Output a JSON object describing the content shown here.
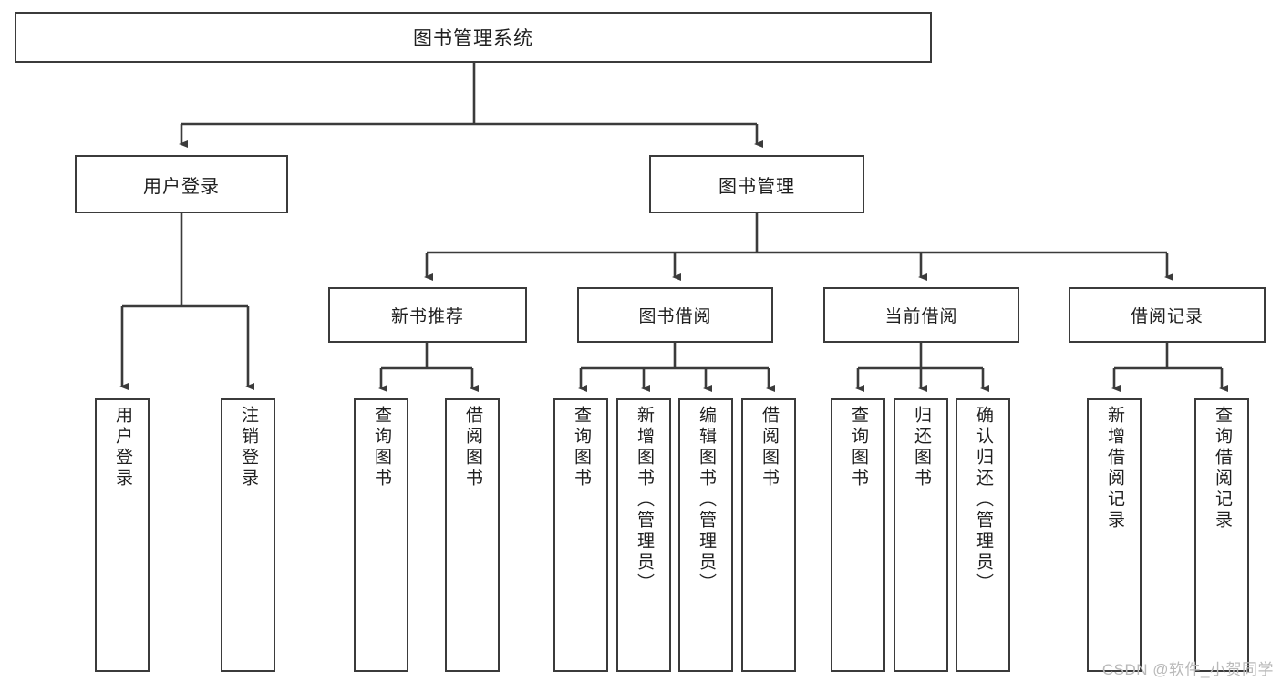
{
  "diagram": {
    "title": "图书管理系统",
    "type": "tree-hierarchy",
    "root": {
      "label": "图书管理系统"
    },
    "level1": [
      {
        "label": "用户登录"
      },
      {
        "label": "图书管理"
      }
    ],
    "level2": [
      {
        "label": "新书推荐"
      },
      {
        "label": "图书借阅"
      },
      {
        "label": "当前借阅"
      },
      {
        "label": "借阅记录"
      }
    ],
    "leaves": {
      "user_login": [
        {
          "label": "用户登录"
        },
        {
          "label": "注销登录"
        }
      ],
      "new_book_recommend": [
        {
          "label": "查询图书"
        },
        {
          "label": "借阅图书"
        }
      ],
      "book_borrow": [
        {
          "label": "查询图书"
        },
        {
          "label": "新增图书（管理员）"
        },
        {
          "label": "编辑图书（管理员）"
        },
        {
          "label": "借阅图书"
        }
      ],
      "current_borrow": [
        {
          "label": "查询图书"
        },
        {
          "label": "归还图书"
        },
        {
          "label": "确认归还（管理员）"
        }
      ],
      "borrow_record": [
        {
          "label": "新增借阅记录"
        },
        {
          "label": "查询借阅记录"
        }
      ]
    }
  },
  "watermark": {
    "text": "CSDN @软件_小贺同学"
  },
  "colors": {
    "stroke": "#3b3b3b",
    "background": "#ffffff",
    "text": "#1f1f1f",
    "watermark": "#b9b9b9"
  }
}
